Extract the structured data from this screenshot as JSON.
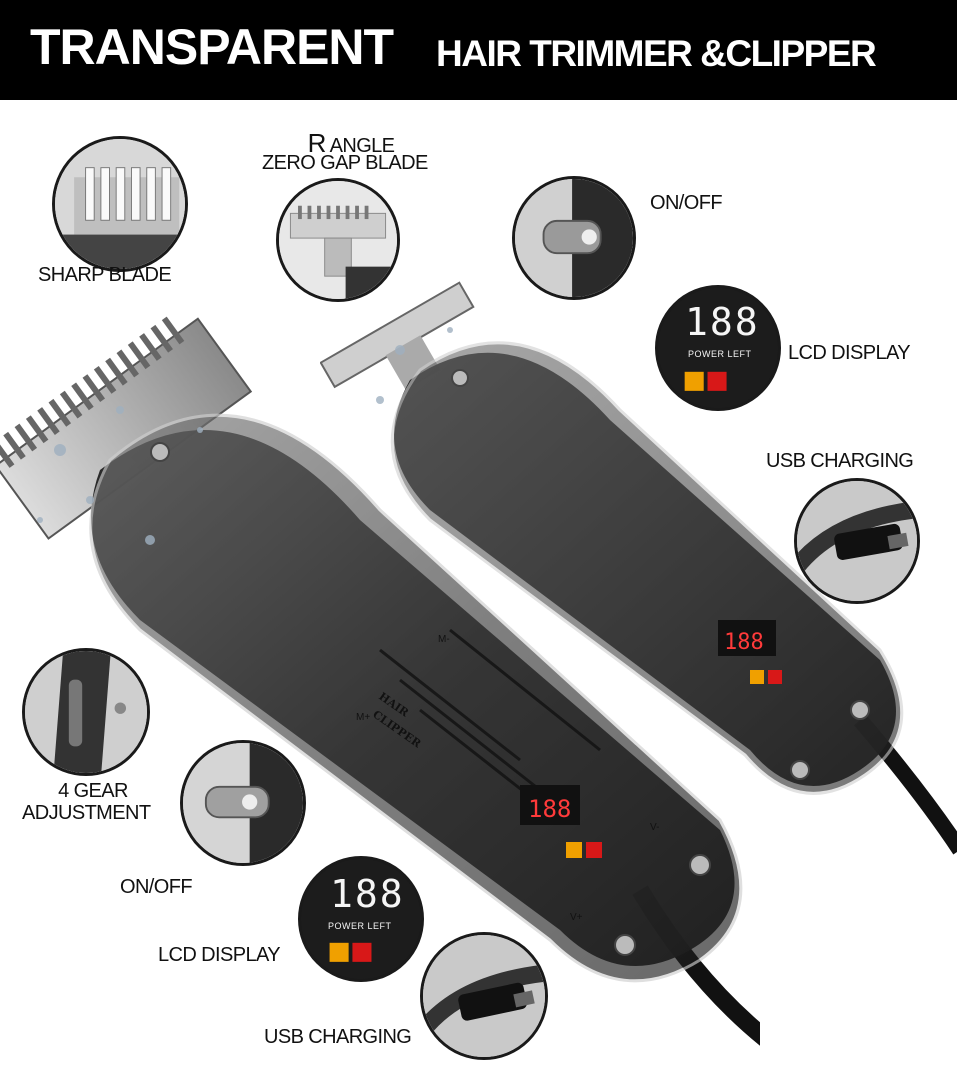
{
  "header": {
    "title_main": "TRANSPARENT",
    "title_sub": "HAIR TRIMMER &CLIPPER"
  },
  "trimmer_callouts": {
    "blade_line1_initial": "R",
    "blade_line1_rest": " ANGLE",
    "blade_line2": "ZERO GAP BLADE",
    "onoff": "ON/OFF",
    "lcd": "LCD DISPLAY",
    "usb": "USB CHARGING"
  },
  "clipper_callouts": {
    "sharp_blade": "SHARP BLADE",
    "gear_line1": "4 GEAR",
    "gear_line2": "ADJUSTMENT",
    "onoff": "ON/OFF",
    "lcd": "LCD DISPLAY",
    "usb": "USB CHARGING"
  },
  "lcd_screen": {
    "digits": "188",
    "caption": "POWER LEFT"
  },
  "device_print": {
    "brand_line1": "HAIR",
    "brand_line2": "CLIPPER",
    "m_plus": "M+",
    "m_minus": "M-",
    "v_plus": "V+",
    "v_minus": "V-"
  },
  "colors": {
    "header_bg": "#000000",
    "header_text": "#ffffff",
    "body_shell": "#3a3a3a",
    "lcd_red": "#ff2a2a",
    "icon_orange": "#f0a000",
    "icon_red": "#d81818"
  }
}
